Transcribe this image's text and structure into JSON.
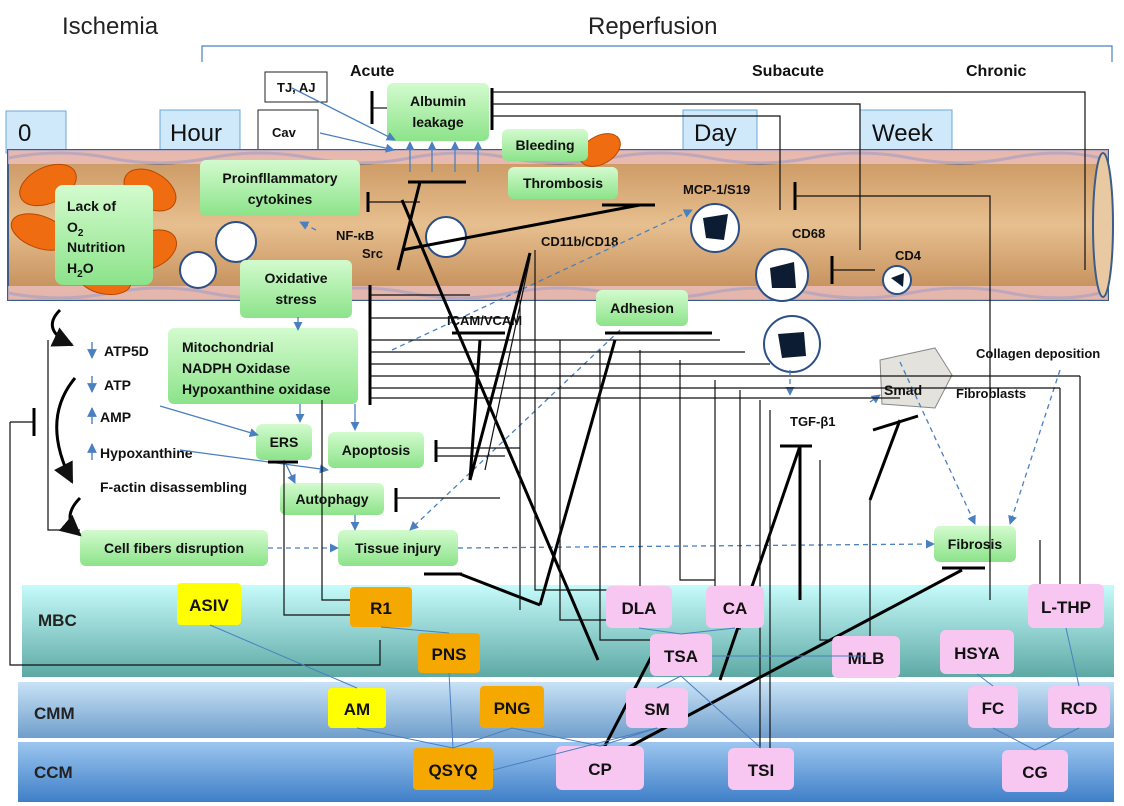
{
  "header": {
    "ischemia": "Ischemia",
    "reperfusion": "Reperfusion"
  },
  "phases": {
    "acute": "Acute",
    "subacute": "Subacute",
    "chronic": "Chronic"
  },
  "timepoints": {
    "t0": "0",
    "hour": "Hour",
    "day": "Day",
    "week": "Week"
  },
  "processes": {
    "lack_line1": "Lack of",
    "lack_line2": "O",
    "lack_line2_sub": "2",
    "lack_line3": "Nutrition",
    "lack_line4": "H",
    "lack_line4_sub": "2",
    "lack_line4_end": "O",
    "proinflammatory_line1": "Proinfllammatory",
    "proinflammatory_line2": "cytokines",
    "oxidative_line1": "Oxidative",
    "oxidative_line2": "stress",
    "mito_line1": "Mitochondrial",
    "mito_line2": "NADPH Oxidase",
    "mito_line3": "Hypoxanthine oxidase",
    "albumin_line1": "Albumin",
    "albumin_line2": "leakage",
    "bleeding": "Bleeding",
    "thrombosis": "Thrombosis",
    "adhesion": "Adhesion",
    "ers": "ERS",
    "apoptosis": "Apoptosis",
    "autophagy": "Autophagy",
    "tissue_injury": "Tissue injury",
    "cell_fibers": "Cell fibers disruption",
    "fibrosis": "Fibrosis"
  },
  "labels": {
    "tj_aj": "TJ, AJ",
    "cav": "Cav",
    "nfkb": "NF-κB",
    "src": "Src",
    "cd11b": "CD11b/CD18",
    "mcp1": "MCP-1/S19",
    "cd68": "CD68",
    "cd4": "CD4",
    "icam": "ICAM/VCAM",
    "collagen": "Collagen deposition",
    "smad": "Smad",
    "fibroblasts": "Fibroblasts",
    "tgf": "TGF-β1",
    "atp5d": "ATP5D",
    "atp": "ATP",
    "amp": "AMP",
    "hypoxanthine": "Hypoxanthine",
    "factin": "F-actin disassembling"
  },
  "bands": {
    "mbc": "MBC",
    "cmm": "CMM",
    "ccm": "CCM"
  },
  "compounds": {
    "asiv": "ASIV",
    "r1": "R1",
    "dla": "DLA",
    "ca": "CA",
    "lthp": "L-THP",
    "pns": "PNS",
    "tsa": "TSA",
    "mlb": "MLB",
    "hsya": "HSYA",
    "am": "AM",
    "png": "PNG",
    "sm": "SM",
    "fc": "FC",
    "rcd": "RCD",
    "qsyq": "QSYQ",
    "cp": "CP",
    "tsi": "TSI",
    "cg": "CG"
  },
  "colors": {
    "process_fill": "#b7f3b2",
    "compound_yellow": "#ffff00",
    "compound_orange": "#f5a900",
    "compound_pink": "#f7c7f2",
    "timepoint_fill": "#cfe9fb",
    "vessel_fill": "#d8a56e",
    "band_mbc": "#aef0ef",
    "band_cmm": "#9fc9ea",
    "band_ccm": "#6fa8de"
  }
}
